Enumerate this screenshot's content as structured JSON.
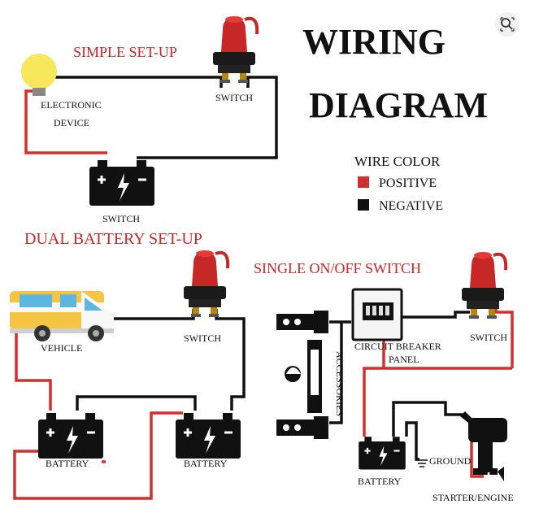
{
  "title": {
    "line1": "WIRING",
    "line2": "DIAGRAM"
  },
  "legend": {
    "heading": "WIRE COLOR",
    "positive": "POSITIVE",
    "negative": "NEGATIVE",
    "positive_color": "#d32f2f",
    "negative_color": "#111111"
  },
  "simple_setup": {
    "heading": "SIMPLE SET-UP",
    "device_label_1": "ELECTRONIC",
    "device_label_2": "DEVICE",
    "switch_label": "SWITCH",
    "battery_label": "SWITCH"
  },
  "dual_battery": {
    "heading": "DUAL BATTERY SET-UP",
    "vehicle_label": "VEHICLE",
    "switch_label": "SWITCH",
    "battery1_label": "BATTERY",
    "battery2_label": "BATTERY"
  },
  "single_switch": {
    "heading": "SINGLE ON/OFF SWITCH",
    "breaker_label_1": "CIRCUIT BREAKER",
    "breaker_label_2": "PANEL",
    "switch_label": "SWITCH",
    "accessories_label": "ACCESSORIES",
    "battery_label": "BATTERY",
    "ground_label": "GROUND",
    "engine_label": "STARTER/ENGINE"
  },
  "icons": {
    "zoom": "zoom-lens-icon",
    "bulb": "light-bulb-icon",
    "switch": "battery-switch-icon",
    "battery": "battery-icon",
    "rv": "rv-vehicle-icon",
    "outboard": "outboard-motor-icon"
  }
}
